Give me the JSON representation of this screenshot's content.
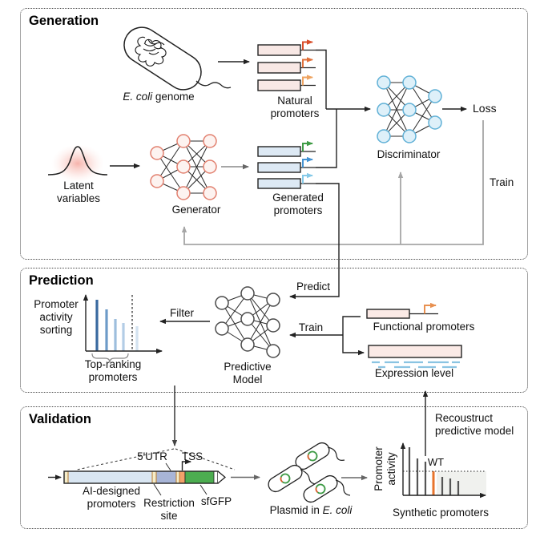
{
  "generation": {
    "title": "Generation",
    "ecoli_genome": {
      "italic": "E. coli",
      "rest": " genome"
    },
    "natural_promoters": "Natural\npromoters",
    "latent_variables": "Latent\nvariables",
    "generator": "Generator",
    "generated_promoters": "Generated\npromoters",
    "discriminator": "Discriminator",
    "loss": "Loss",
    "train": "Train"
  },
  "prediction": {
    "title": "Prediction",
    "sorting_label": "Promoter\nactivity\nsorting",
    "top_ranking": "Top-ranking\npromoters",
    "filter": "Filter",
    "predict": "Predict",
    "train": "Train",
    "predictive_model": "Predictive\nModel",
    "functional_promoters": "Functional promoters",
    "expression_level": "Expression level"
  },
  "validation": {
    "title": "Validation",
    "utr": "5'UTR",
    "tss": "TSS",
    "ai_designed": "AI-designed\npromoters",
    "restriction_site": "Restriction\nsite",
    "sfgfp": "sfGFP",
    "plasmid": {
      "rest": "Plasmid in ",
      "italic": "E. coli"
    },
    "reconstruct": "Recoustruct\npredictive model",
    "wt": "WT",
    "promoter_activity": "Promoter\nactivity",
    "synthetic_promoters": "Synthetic promoters"
  },
  "colors": {
    "natural_bar_fill": "#f8e8e5",
    "generated_bar_fill": "#dde9f4",
    "pink_bar_fill": "#fbeae6",
    "generator_node": "#e2806f",
    "discriminator_node": "#5fb0d6",
    "gray_feedback": "#a6a6a6",
    "wt_highlight": "#e8742c",
    "sfgfp_green": "#4cad50",
    "utr_periwinkle": "#a8b5d7",
    "tss_salmon": "#f2a26a"
  },
  "chart_data": [
    {
      "type": "bar",
      "name": "promoter-activity-sorting",
      "title": "Promoter activity sorting",
      "values": [
        64,
        52,
        40,
        35,
        31
      ],
      "bar_colors": [
        "#39699f",
        "#6d9bc8",
        "#9dbedd",
        "#b3cde6",
        "#d3e2f0"
      ],
      "annotation": "Top-ranking promoters = bars left of dashed cutoff line",
      "xlabel": "",
      "ylabel": "",
      "grid": false
    },
    {
      "type": "bar",
      "name": "synthetic-promoter-activity",
      "title": "Synthetic promoters activity",
      "xlabel": "Synthetic promoters",
      "ylabel": "Promoter activity",
      "values": [
        60,
        46,
        42,
        30,
        23,
        21,
        18
      ],
      "bar_color": "#555555",
      "highlight": {
        "index": 3,
        "label": "WT",
        "color": "#e8742c"
      },
      "threshold_line": 30,
      "grid": false
    }
  ]
}
